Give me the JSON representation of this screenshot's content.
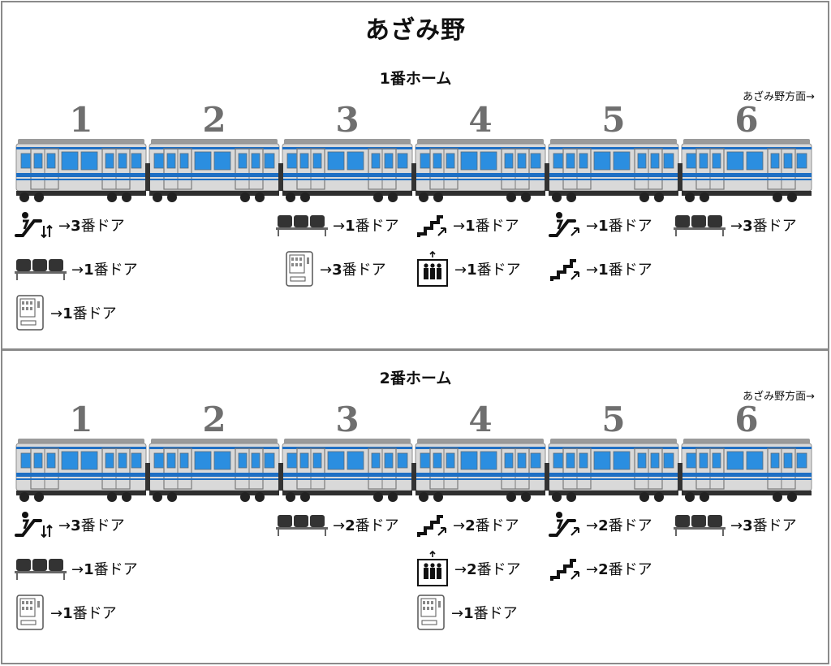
{
  "title": "あざみ野",
  "platforms": [
    {
      "title": "1番ホーム",
      "direction": "あざみ野方面→",
      "cars": [
        "1",
        "2",
        "3",
        "4",
        "5",
        "6"
      ],
      "items": [
        {
          "car": 1,
          "row": 0,
          "icon": "escalator-updown-icon",
          "arrow": "→",
          "door": "3",
          "suffix": "番ドア"
        },
        {
          "car": 1,
          "row": 1,
          "icon": "bench-icon",
          "arrow": "→",
          "door": "1",
          "suffix": "番ドア"
        },
        {
          "car": 1,
          "row": 2,
          "icon": "vending-machine-icon",
          "arrow": "→",
          "door": "1",
          "suffix": "番ドア"
        },
        {
          "car": 3,
          "row": 0,
          "icon": "bench-icon",
          "arrow": "→",
          "door": "1",
          "suffix": "番ドア"
        },
        {
          "car": 3,
          "row": 1,
          "icon": "vending-machine-icon",
          "arrow": "→",
          "door": "3",
          "suffix": "番ドア"
        },
        {
          "car": 4,
          "row": 0,
          "icon": "stairs-up-icon",
          "arrow": "→",
          "door": "1",
          "suffix": "番ドア"
        },
        {
          "car": 4,
          "row": 1,
          "icon": "elevator-icon",
          "arrow": "→",
          "door": "1",
          "suffix": "番ドア"
        },
        {
          "car": 5,
          "row": 0,
          "icon": "escalator-up-icon",
          "arrow": "→",
          "door": "1",
          "suffix": "番ドア"
        },
        {
          "car": 5,
          "row": 1,
          "icon": "stairs-up-icon",
          "arrow": "→",
          "door": "1",
          "suffix": "番ドア"
        },
        {
          "car": 6,
          "row": 0,
          "icon": "bench-icon",
          "arrow": "→",
          "door": "3",
          "suffix": "番ドア"
        }
      ]
    },
    {
      "title": "2番ホーム",
      "direction": "あざみ野方面→",
      "cars": [
        "1",
        "2",
        "3",
        "4",
        "5",
        "6"
      ],
      "items": [
        {
          "car": 1,
          "row": 0,
          "icon": "escalator-updown-icon",
          "arrow": "→",
          "door": "3",
          "suffix": "番ドア"
        },
        {
          "car": 1,
          "row": 1,
          "icon": "bench-icon",
          "arrow": "→",
          "door": "1",
          "suffix": "番ドア"
        },
        {
          "car": 1,
          "row": 2,
          "icon": "vending-machine-icon",
          "arrow": "→",
          "door": "1",
          "suffix": "番ドア"
        },
        {
          "car": 3,
          "row": 0,
          "icon": "bench-icon",
          "arrow": "→",
          "door": "2",
          "suffix": "番ドア"
        },
        {
          "car": 4,
          "row": 0,
          "icon": "stairs-up-icon",
          "arrow": "→",
          "door": "2",
          "suffix": "番ドア"
        },
        {
          "car": 4,
          "row": 1,
          "icon": "elevator-icon",
          "arrow": "→",
          "door": "2",
          "suffix": "番ドア"
        },
        {
          "car": 4,
          "row": 2,
          "icon": "vending-machine-icon",
          "arrow": "→",
          "door": "1",
          "suffix": "番ドア"
        },
        {
          "car": 5,
          "row": 0,
          "icon": "escalator-up-icon",
          "arrow": "→",
          "door": "2",
          "suffix": "番ドア"
        },
        {
          "car": 5,
          "row": 1,
          "icon": "stairs-up-icon",
          "arrow": "→",
          "door": "2",
          "suffix": "番ドア"
        },
        {
          "car": 6,
          "row": 0,
          "icon": "bench-icon",
          "arrow": "→",
          "door": "3",
          "suffix": "番ドア"
        }
      ]
    }
  ],
  "colors": {
    "train_body": "#d9d9d9",
    "train_stripe": "#1e6fc4",
    "train_window": "#2b8ee0",
    "car_number": "#6f6f6f",
    "border": "#8a8a8a"
  }
}
